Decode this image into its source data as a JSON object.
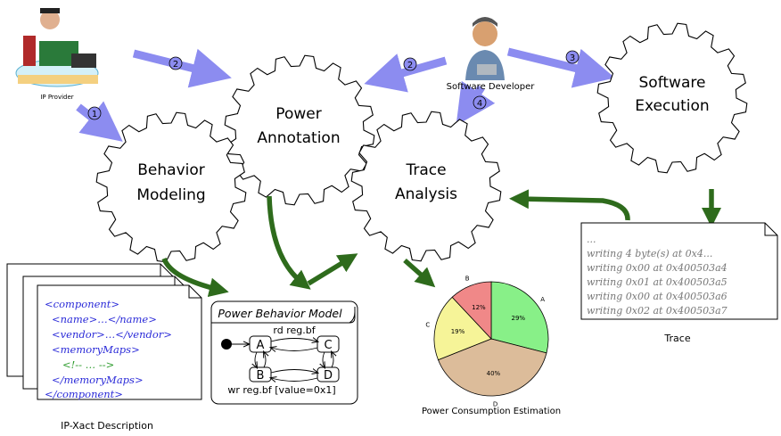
{
  "actors": {
    "ip_provider": "IP Provider",
    "software_developer": "Software Developer"
  },
  "gears": {
    "behavior_modeling": [
      "Behavior",
      "Modeling"
    ],
    "power_annotation": [
      "Power",
      "Annotation"
    ],
    "trace_analysis": [
      "Trace",
      "Analysis"
    ],
    "software_execution": [
      "Software",
      "Execution"
    ]
  },
  "steps": [
    "1",
    "2",
    "2",
    "3",
    "4"
  ],
  "ipxact": {
    "caption": "IP-Xact Description",
    "lines": [
      "<component>",
      "<name>…</name>",
      "<vendor>…</vendor>",
      "<memoryMaps>",
      "<!-- … -->",
      "</memoryMaps>",
      "</component>"
    ]
  },
  "power_model": {
    "title": "Power Behavior Model",
    "states": [
      "A",
      "B",
      "C",
      "D"
    ],
    "top_label": "rd reg.bf",
    "bottom_label": "wr reg.bf [value=0x1]"
  },
  "trace": {
    "caption": "Trace",
    "lines": [
      "...",
      "writing 4 byte(s) at 0x4...",
      "writing 0x00 at 0x400503a4",
      "writing 0x01 at 0x400503a5",
      "writing 0x00 at 0x400503a6",
      "writing 0x02 at 0x400503a7"
    ]
  },
  "colors": {
    "blue_arrow": "#8c8cf0",
    "green_arrow": "#2e6b1c",
    "slice_a": "#88f088",
    "slice_b": "#f08888",
    "slice_c": "#f6f498",
    "slice_d": "#dcbc9a"
  },
  "chart_data": {
    "type": "pie",
    "title": "Power Consumption Estimation",
    "slices": [
      {
        "label": "A",
        "value": 29,
        "text": "29%",
        "color": "#88f088"
      },
      {
        "label": "D",
        "value": 40,
        "text": "40%",
        "color": "#dcbc9a"
      },
      {
        "label": "C",
        "value": 19,
        "text": "19%",
        "color": "#f6f498"
      },
      {
        "label": "B",
        "value": 12,
        "text": "12%",
        "color": "#f08888"
      }
    ]
  }
}
